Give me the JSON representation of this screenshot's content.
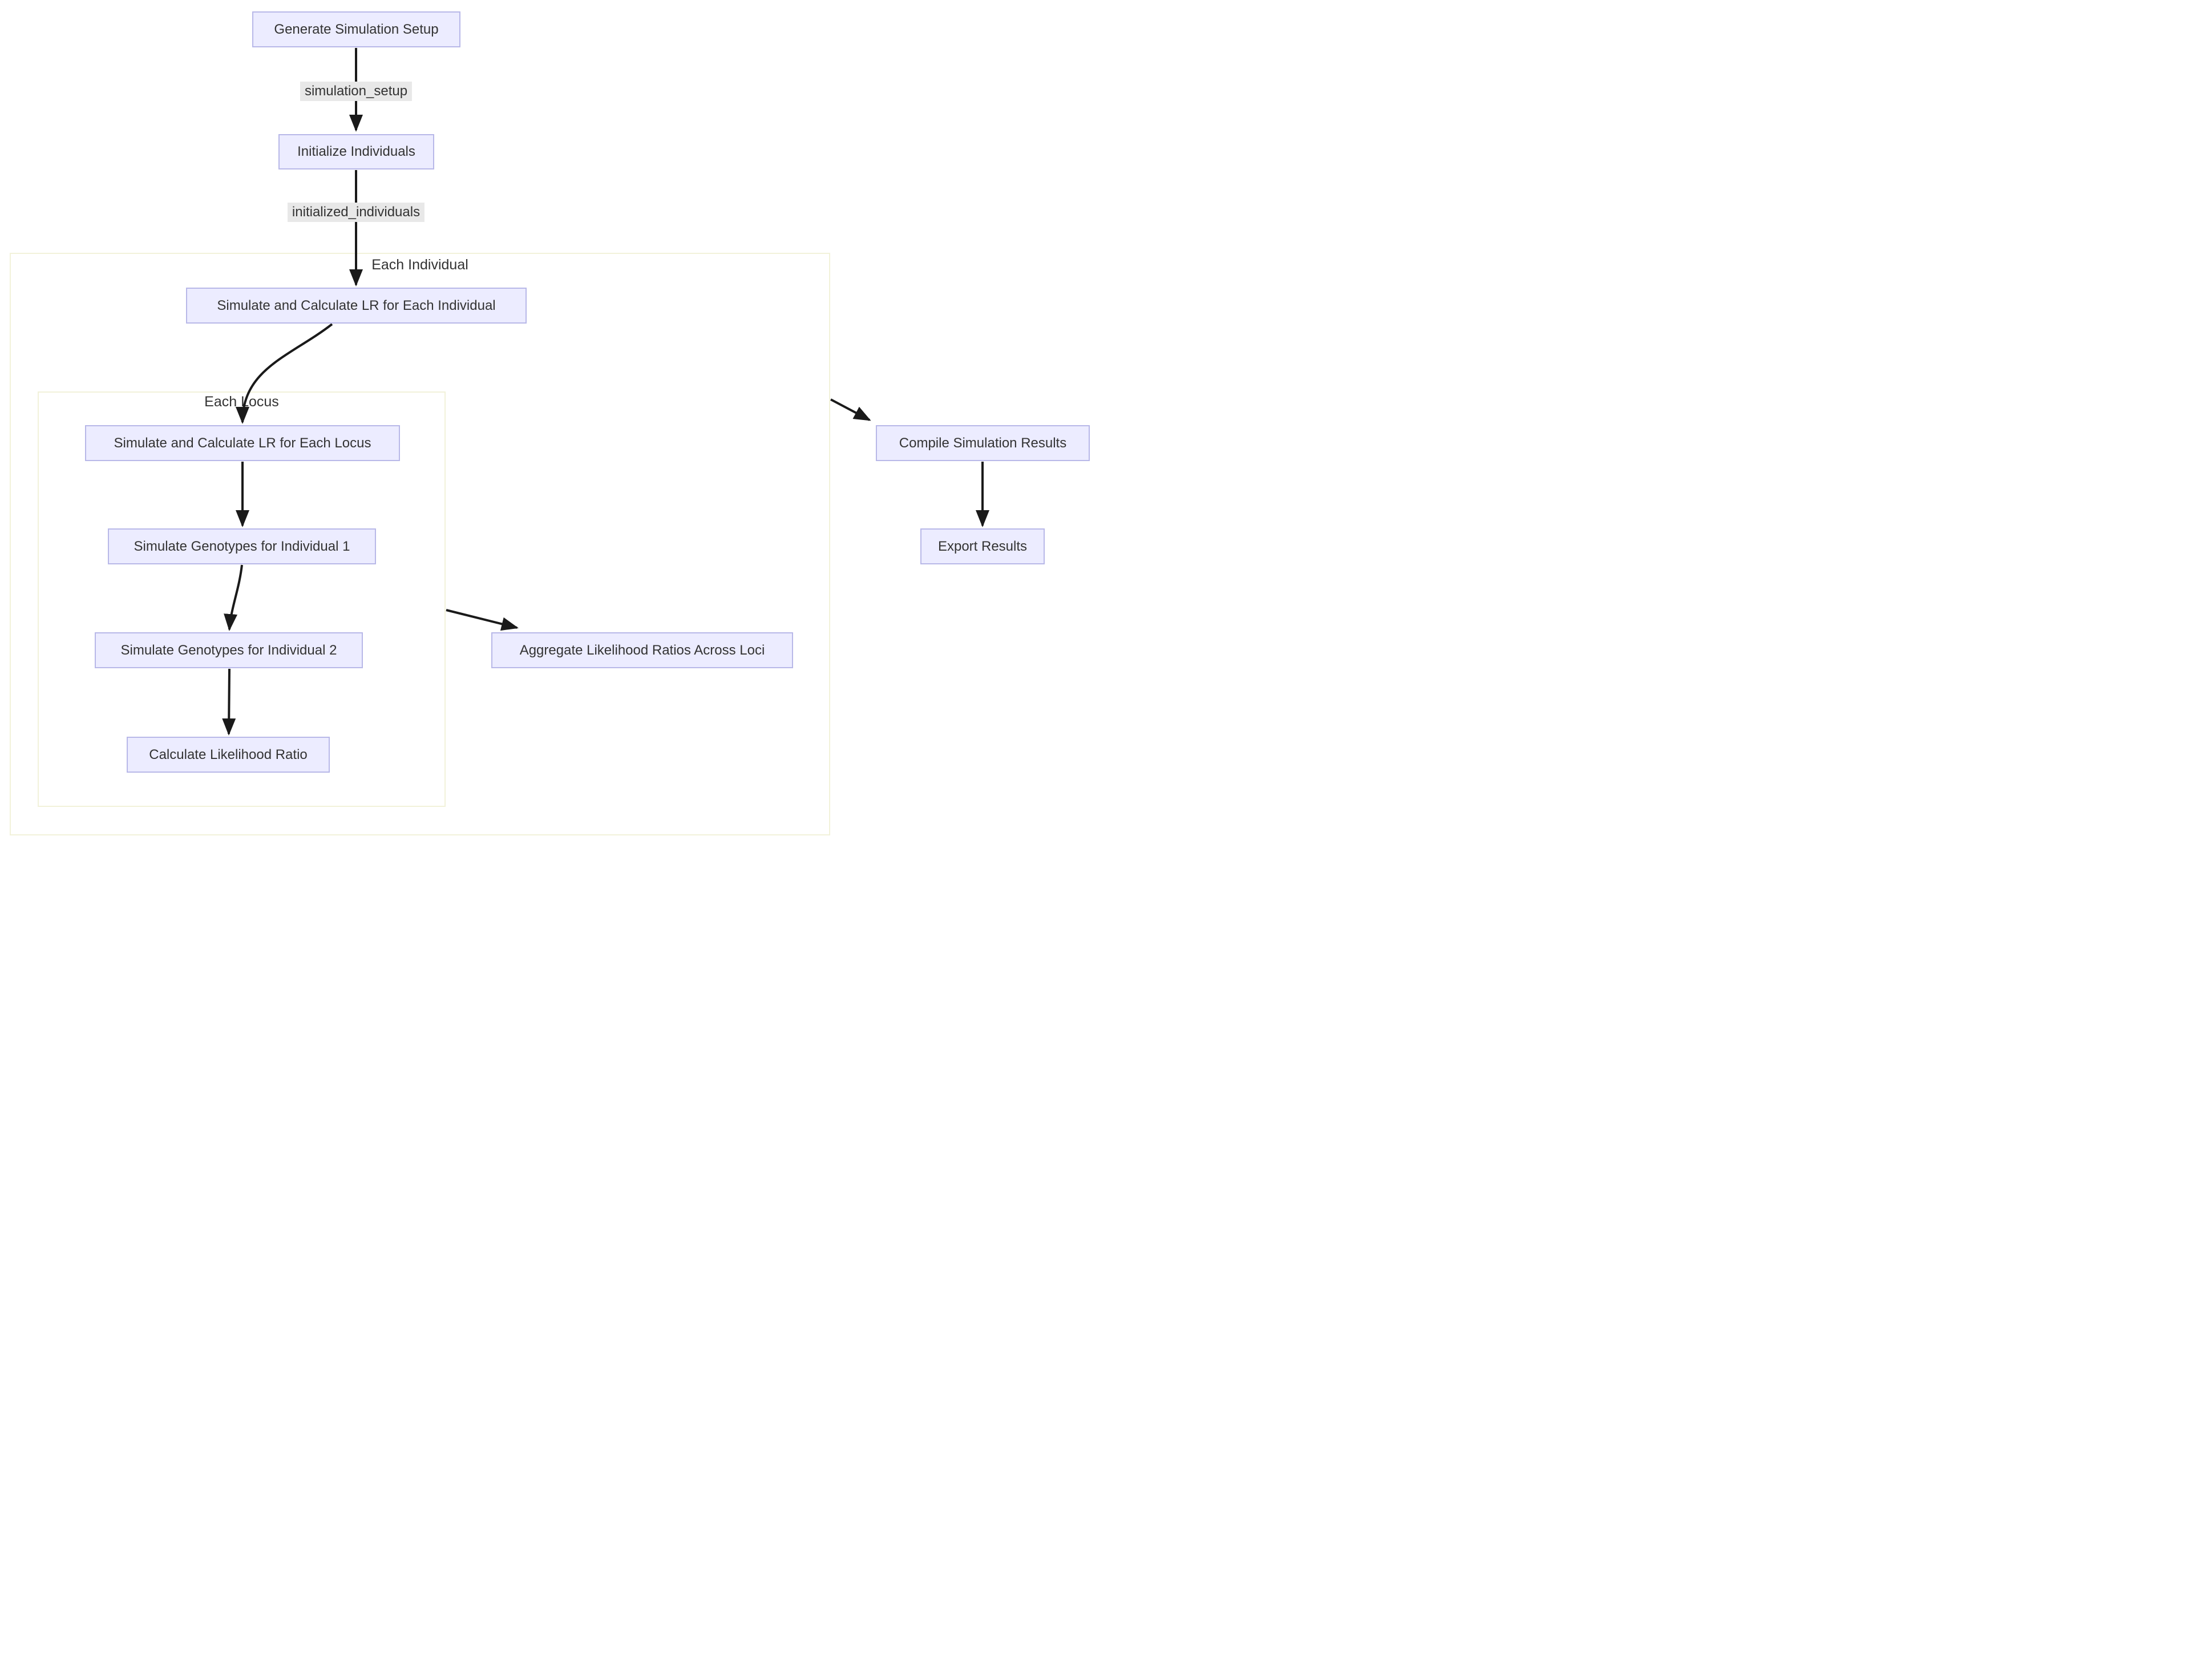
{
  "diagram": {
    "type": "flowchart-top-down",
    "nodes": {
      "generate_setup": {
        "label": "Generate Simulation Setup"
      },
      "initialize_individuals": {
        "label": "Initialize Individuals"
      },
      "sim_calc_individual": {
        "label": "Simulate and Calculate LR for Each Individual"
      },
      "sim_calc_locus": {
        "label": "Simulate and Calculate LR for Each Locus"
      },
      "sim_geno_1": {
        "label": "Simulate Genotypes for Individual 1"
      },
      "sim_geno_2": {
        "label": "Simulate Genotypes for Individual 2"
      },
      "calc_lr": {
        "label": "Calculate Likelihood Ratio"
      },
      "aggregate_lr": {
        "label": "Aggregate Likelihood Ratios Across Loci"
      },
      "compile_results": {
        "label": "Compile Simulation Results"
      },
      "export_results": {
        "label": "Export Results"
      }
    },
    "clusters": {
      "each_individual": {
        "title": "Each Individual"
      },
      "each_locus": {
        "title": "Each Locus"
      }
    },
    "edge_labels": {
      "simulation_setup": {
        "label": "simulation_setup"
      },
      "initialized_individuals": {
        "label": "initialized_individuals"
      }
    },
    "connections": [
      "generate_setup -> initialize_individuals : simulation_setup",
      "initialize_individuals -> sim_calc_individual : initialized_individuals",
      "sim_calc_individual -> sim_calc_locus",
      "sim_calc_locus -> sim_geno_1",
      "sim_geno_1 -> sim_geno_2",
      "sim_geno_2 -> calc_lr",
      "each_locus -> aggregate_lr",
      "each_individual -> compile_results",
      "compile_results -> export_results"
    ],
    "colors": {
      "node_fill": "#ececff",
      "node_border": "#b8b8e8",
      "cluster_border": "#f2f2da",
      "edge": "#1a1a1a",
      "edge_label_bg": "#e8e8e8",
      "text": "#333333"
    }
  }
}
